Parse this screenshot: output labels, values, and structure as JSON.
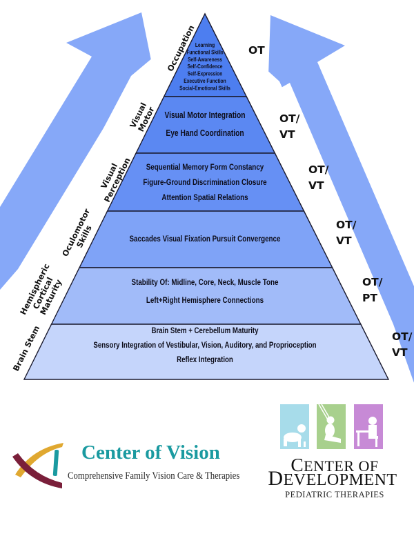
{
  "colors": {
    "arrow": "#86a8f8",
    "layer_occupation": "#4d7ef0",
    "layer_visual_motor": "#5b88f2",
    "layer_visual_perception": "#6690f4",
    "layer_oculomotor": "#7fa3f7",
    "layer_hemispheric": "#a1bbf9",
    "layer_brain_stem": "#c5d5fb",
    "outline": "#1a1a2e",
    "cov_teal": "#1a9aa0",
    "cov_maroon": "#7a1f3a",
    "cov_gold": "#e0a830",
    "cod_blue": "#a7dcea",
    "cod_green": "#a8d08d",
    "cod_purple": "#c78ad6"
  },
  "pyramid": {
    "layers": [
      {
        "id": "occupation",
        "side_label": [
          "Occupation"
        ],
        "lines": [
          "Learning",
          "Functional Skills",
          "Self-Awareness",
          "Self-Confidence",
          "Self-Expression",
          "Executive Function",
          "Social-Emotional Skills"
        ],
        "professionals": [
          "OT"
        ]
      },
      {
        "id": "visual-motor",
        "side_label": [
          "Visual",
          "Motor"
        ],
        "lines": [
          "Visual Motor Integration",
          "Eye Hand Coordination"
        ],
        "professionals": [
          "OT/",
          "VT"
        ]
      },
      {
        "id": "visual-perception",
        "side_label": [
          "Visual",
          "Perception"
        ],
        "lines": [
          "Sequential Memory   Form Constancy",
          "Figure-Ground   Discrimination   Closure",
          "Attention  Spatial Relations"
        ],
        "professionals": [
          "OT/",
          "VT"
        ]
      },
      {
        "id": "oculomotor",
        "side_label": [
          "Oculomotor",
          "Skills"
        ],
        "lines": [
          "Saccades    Visual Fixation   Pursuit   Convergence"
        ],
        "professionals": [
          "OT/",
          "VT"
        ]
      },
      {
        "id": "hemispheric",
        "side_label": [
          "Hemispheric",
          "Cortical",
          "Maturity"
        ],
        "lines": [
          "Stability Of: Midline, Core, Neck, Muscle Tone",
          "Left+Right Hemisphere Connections"
        ],
        "professionals": [
          "OT/",
          "PT"
        ]
      },
      {
        "id": "brain-stem",
        "side_label": [
          "Brain Stem"
        ],
        "lines": [
          "Brain Stem + Cerebellum Maturity",
          "Sensory Integration of Vestibular, Vision, Auditory, and Proprioception",
          "Reflex Integration"
        ],
        "professionals": [
          "OT/",
          "VT"
        ]
      }
    ]
  },
  "logos": {
    "center_of_vision": {
      "title": "Center of Vision",
      "subtitle": "Comprehensive Family Vision Care & Therapies"
    },
    "center_of_development": {
      "line1_cap": "C",
      "line1_rest": "ENTER OF",
      "line2_cap": "D",
      "line2_rest": "EVELOPMENT",
      "line3": "PEDIATRIC THERAPIES"
    }
  }
}
